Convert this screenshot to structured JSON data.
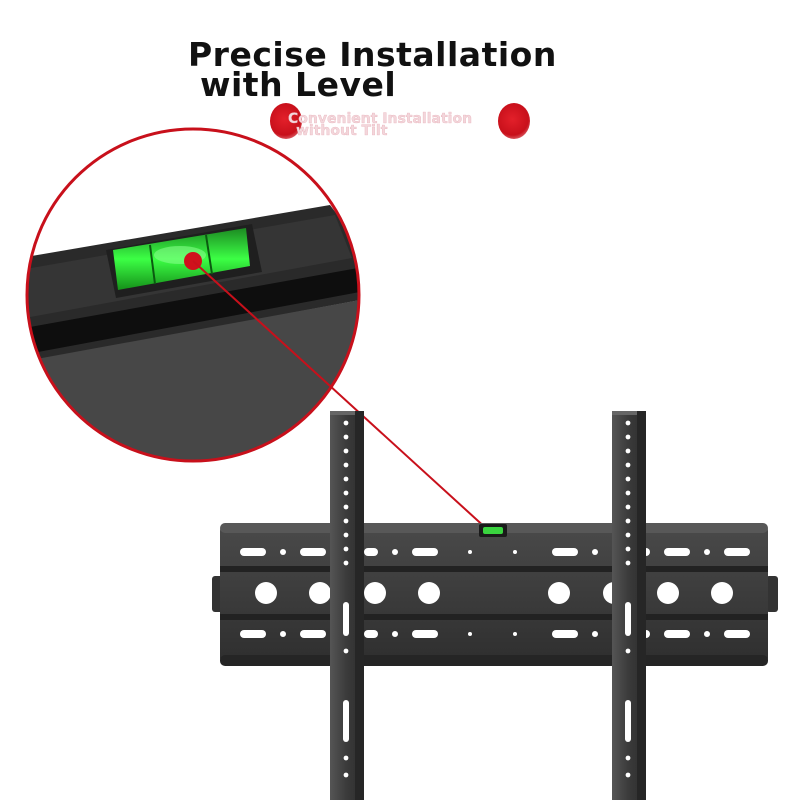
{
  "headline": {
    "line1": "Precise Installation",
    "line2": "with Level"
  },
  "subtitle": {
    "line1": "Convenient Installation",
    "line2": "without Tilt"
  },
  "colors": {
    "accent_red": "#c8101b",
    "bracket_gray": "#3c3c3c",
    "level_green": "#21c22a"
  },
  "icons": [
    "bubble-level-icon",
    "wall-mount-bracket"
  ]
}
